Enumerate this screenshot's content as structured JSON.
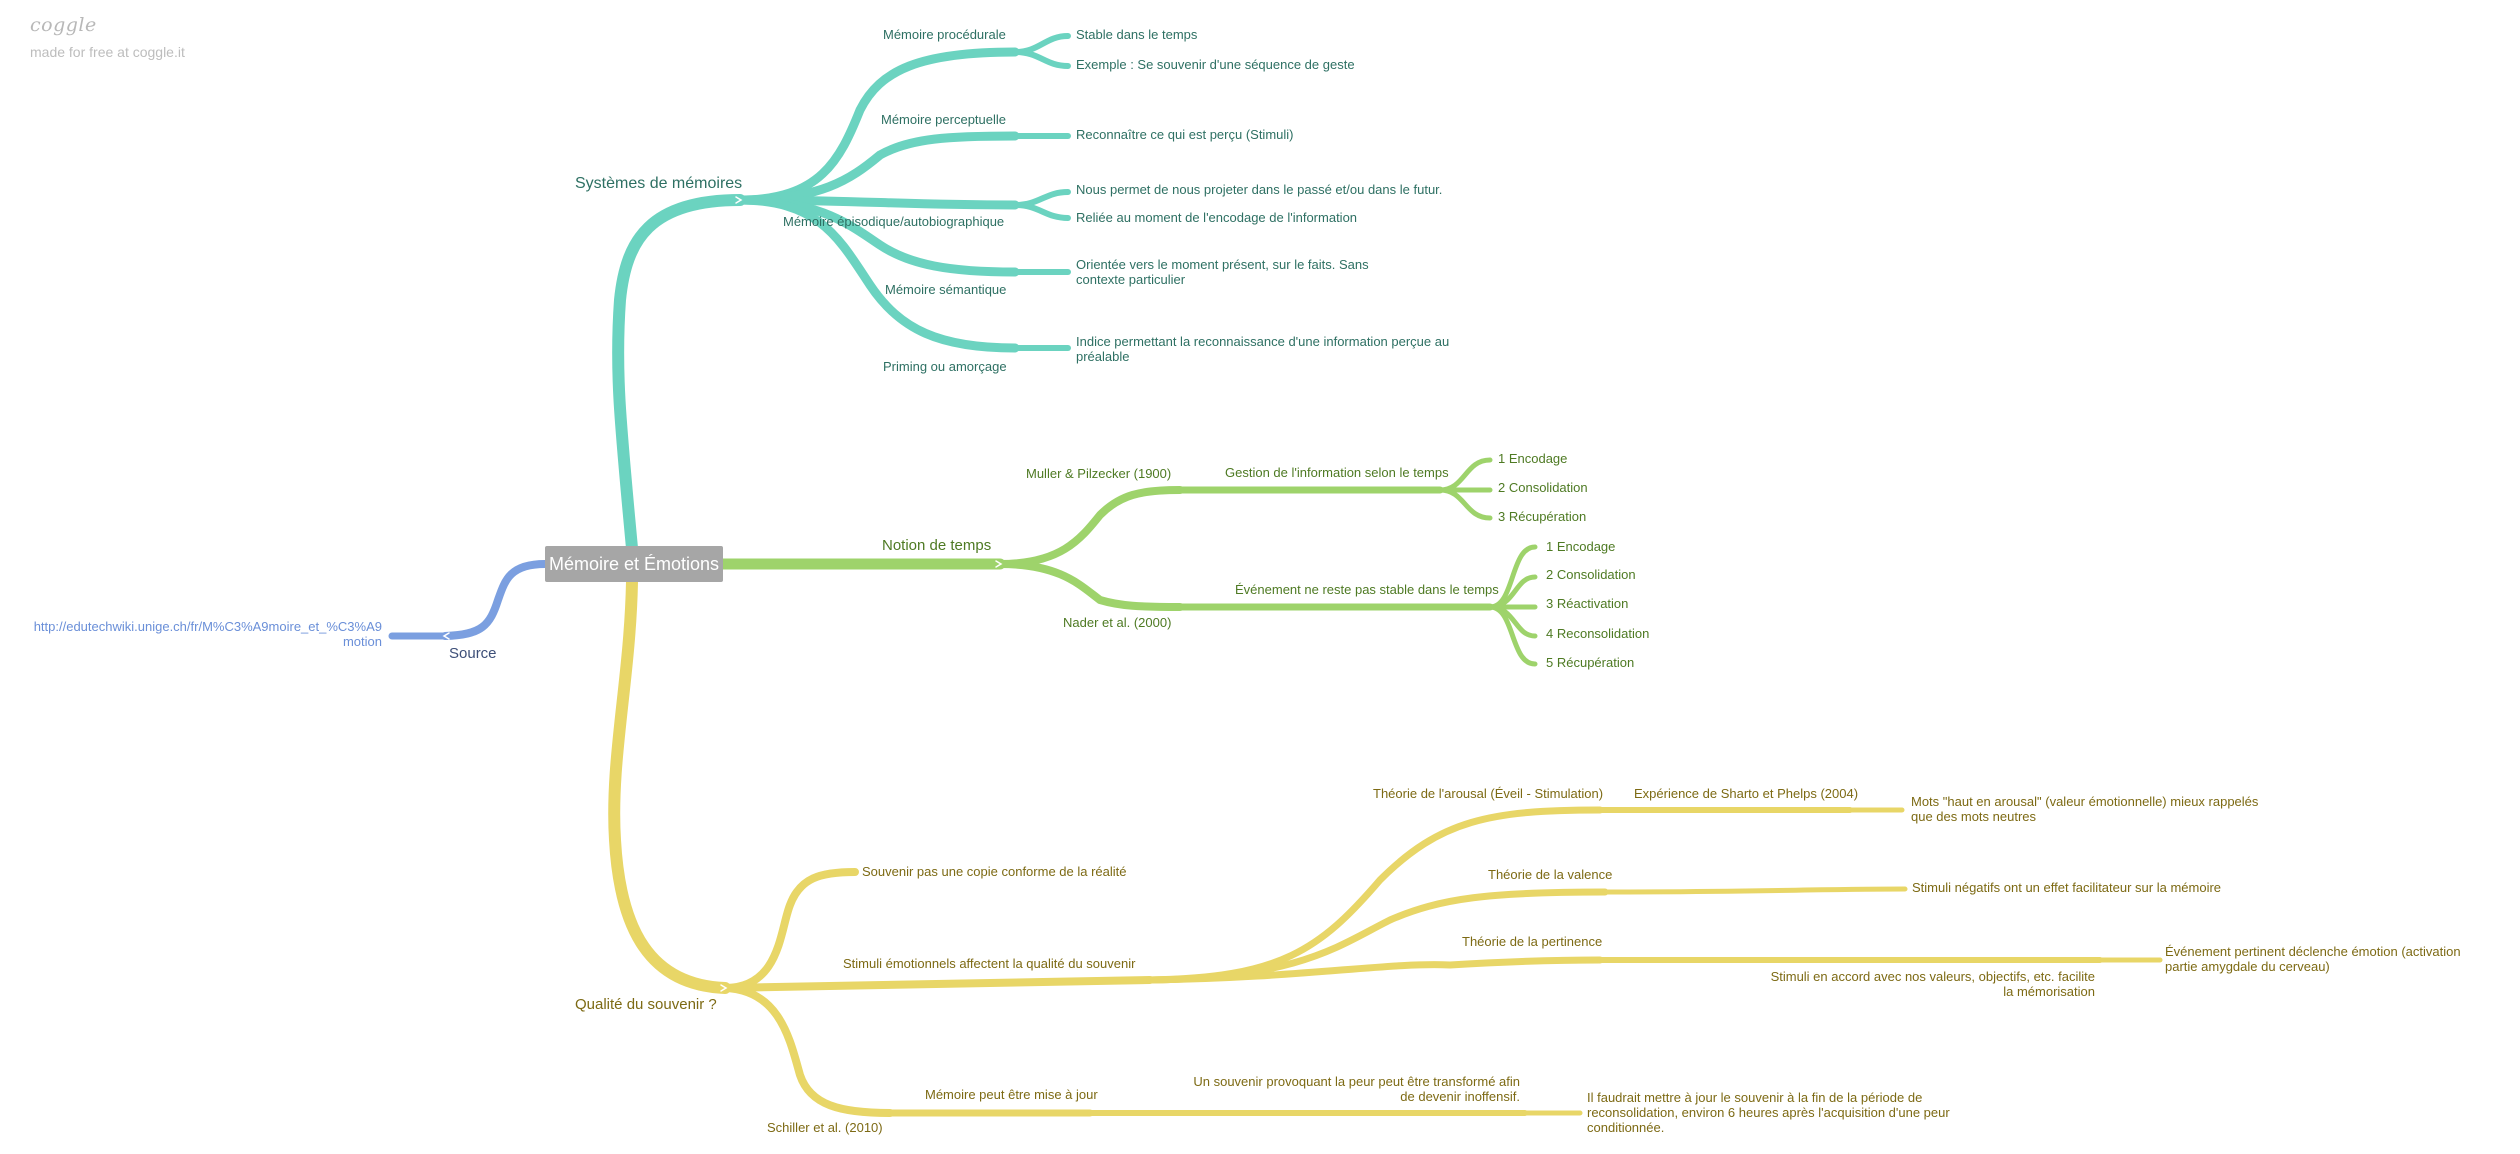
{
  "brand": {
    "logo": "coggle",
    "tagline": "made for free at coggle.it"
  },
  "colors": {
    "systems": "#6bd3c0",
    "time": "#9ed36b",
    "quality": "#e8d667",
    "source": "#7b9fe0",
    "root": "#a6a6a6"
  },
  "map": {
    "root": "Mémoire et Émotions",
    "systems": {
      "label": "Systèmes de mémoires",
      "procedural": {
        "label": "Mémoire procédurale",
        "leaf1": "Stable dans le temps",
        "leaf2": "Exemple : Se souvenir d'une séquence de geste"
      },
      "perceptual": {
        "label": "Mémoire perceptuelle",
        "leaf": "Reconnaître ce qui est perçu (Stimuli)"
      },
      "episodic": {
        "label": "Mémoire épisodique/autobiographique",
        "leaf1": "Nous permet de nous projeter dans le passé et/ou dans le futur.",
        "leaf2": "Reliée au moment de l'encodage de l'information"
      },
      "semantic": {
        "label": "Mémoire sémantique",
        "leaf": "Orientée vers le moment présent, sur le faits. Sans contexte particulier"
      },
      "priming": {
        "label": "Priming ou amorçage",
        "leaf": "Indice permettant la reconnaissance d'une information perçue au préalable"
      }
    },
    "time": {
      "label": "Notion de temps",
      "muller": {
        "label": "Muller & Pilzecker (1900)",
        "sub": "Gestion de l'information selon le temps",
        "steps": [
          "1 Encodage",
          "2 Consolidation",
          "3 Récupération"
        ]
      },
      "nader": {
        "label": "Nader et al. (2000)",
        "sub": "Événement ne reste pas stable dans le temps",
        "steps": [
          "1 Encodage",
          "2 Consolidation",
          "3 Réactivation",
          "4 Reconsolidation",
          "5 Récupération"
        ]
      }
    },
    "quality": {
      "label": "Qualité du souvenir ?",
      "notcopy": "Souvenir pas une copie conforme de la réalité",
      "stimuli": {
        "label": "Stimuli émotionnels affectent la qualité du souvenir",
        "arousal": {
          "label": "Théorie de l'arousal (Éveil - Stimulation)",
          "sub": "Expérience de Sharto et Phelps (2004)",
          "leaf": "Mots \"haut en arousal\" (valeur émotionnelle) mieux rappelés que des mots neutres"
        },
        "valence": {
          "label": "Théorie de la valence",
          "leaf": "Stimuli négatifs ont un effet facilitateur sur la mémoire"
        },
        "relevance": {
          "label": "Théorie de la pertinence",
          "sub": "Stimuli en accord avec nos valeurs, objectifs, etc. facilite la mémorisation",
          "leaf": "Événement pertinent déclenche émotion (activation partie amygdale du cerveau)"
        }
      },
      "schiller": {
        "label": "Schiller et al. (2010)",
        "update": "Mémoire peut être mise à jour",
        "fear": "Un souvenir provoquant la peur peut être transformé afin de devenir inoffensif.",
        "leaf": "Il faudrait mettre à jour le souvenir à la fin de la période de reconsolidation, environ 6 heures après l'acquisition d'une peur conditionnée."
      }
    },
    "source": {
      "label": "Source",
      "url": "http://edutechwiki.unige.ch/fr/M%C3%A9moire_et_%C3%A9motion"
    }
  }
}
